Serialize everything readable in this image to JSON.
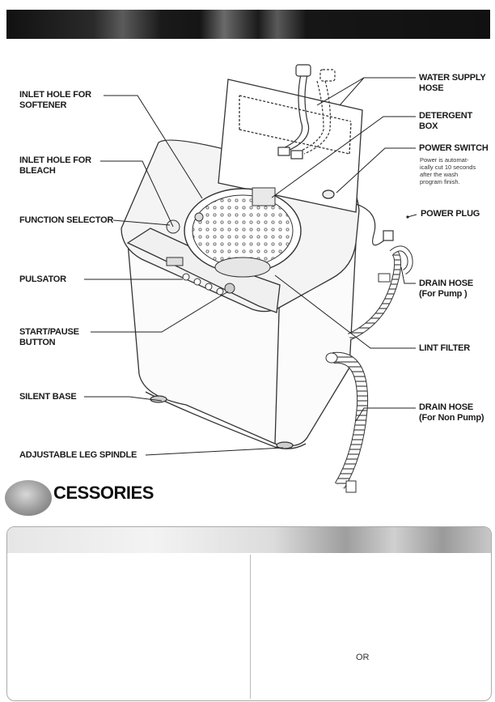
{
  "labels": {
    "inlet_softener": [
      "INLET HOLE FOR",
      "SOFTENER"
    ],
    "inlet_bleach": [
      "INLET HOLE FOR",
      "BLEACH"
    ],
    "function_selector": "FUNCTION SELECTOR",
    "pulsator": "PULSATOR",
    "start_pause": [
      "START/PAUSE",
      "BUTTON"
    ],
    "silent_base": "SILENT BASE",
    "adjustable_leg": "ADJUSTABLE LEG SPINDLE",
    "water_supply": [
      "WATER SUPPLY",
      "HOSE"
    ],
    "detergent_box": [
      "DETERGENT",
      "BOX"
    ],
    "power_switch": "POWER SWITCH",
    "power_switch_note": [
      "Power is automat-",
      "ically cut 10 seconds",
      "after the wash",
      "program finish."
    ],
    "power_plug": "POWER  PLUG",
    "drain_hose_pump": [
      "DRAIN HOSE",
      "(For Pump )"
    ],
    "lint_filter": "LINT FILTER",
    "drain_hose_nonpump": [
      "DRAIN HOSE",
      "(For Non Pump)"
    ]
  },
  "accessories": {
    "title": "CESSORIES",
    "or_label": "OR"
  }
}
